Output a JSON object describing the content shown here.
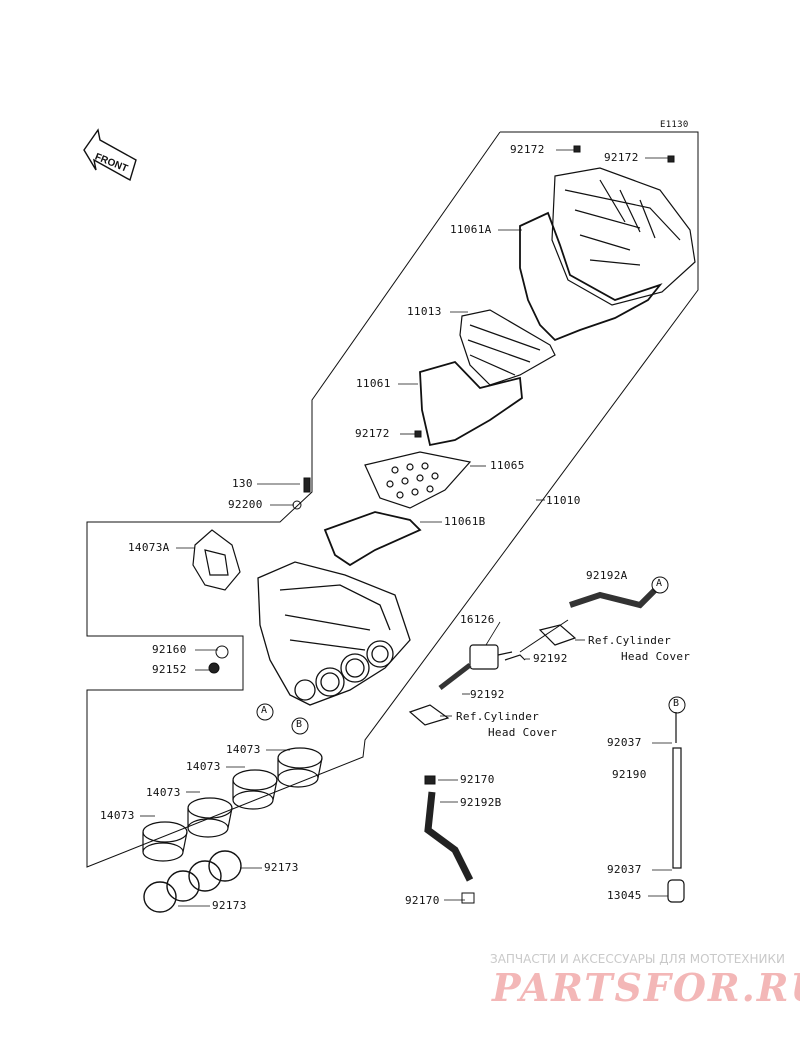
{
  "diagram_code": "E1130",
  "front_label": "FRONT",
  "callouts": {
    "c_92172_top": "92172",
    "c_92172_right": "92172",
    "c_11061A": "11061A",
    "c_11013": "11013",
    "c_11061": "11061",
    "c_92172_mid": "92172",
    "c_11065": "11065",
    "c_130": "130",
    "c_92200": "92200",
    "c_11061B": "11061B",
    "c_11010": "11010",
    "c_14073A": "14073A",
    "c_92192A": "92192A",
    "c_16126": "16126",
    "c_ref_cyl_1a": "Ref.Cylinder",
    "c_ref_cyl_1b": "Head Cover",
    "c_92192_a": "92192",
    "c_92160": "92160",
    "c_92152": "92152",
    "c_92192_b": "92192",
    "c_ref_cyl_2a": "Ref.Cylinder",
    "c_ref_cyl_2b": "Head Cover",
    "c_14073_1": "14073",
    "c_14073_2": "14073",
    "c_14073_3": "14073",
    "c_14073_4": "14073",
    "c_92037_top": "92037",
    "c_92190": "92190",
    "c_92170_top": "92170",
    "c_92192B": "92192B",
    "c_92173_right": "92173",
    "c_92173_bottom": "92173",
    "c_92037_bottom": "92037",
    "c_13045": "13045",
    "c_92170_bottom": "92170"
  },
  "markers": {
    "A": "A",
    "B": "B"
  },
  "watermark": {
    "tagline": "ЗАПЧАСТИ И АКСЕССУАРЫ ДЛЯ МОТОТЕХНИКИ",
    "logo": "PARTSFOR.RU"
  }
}
